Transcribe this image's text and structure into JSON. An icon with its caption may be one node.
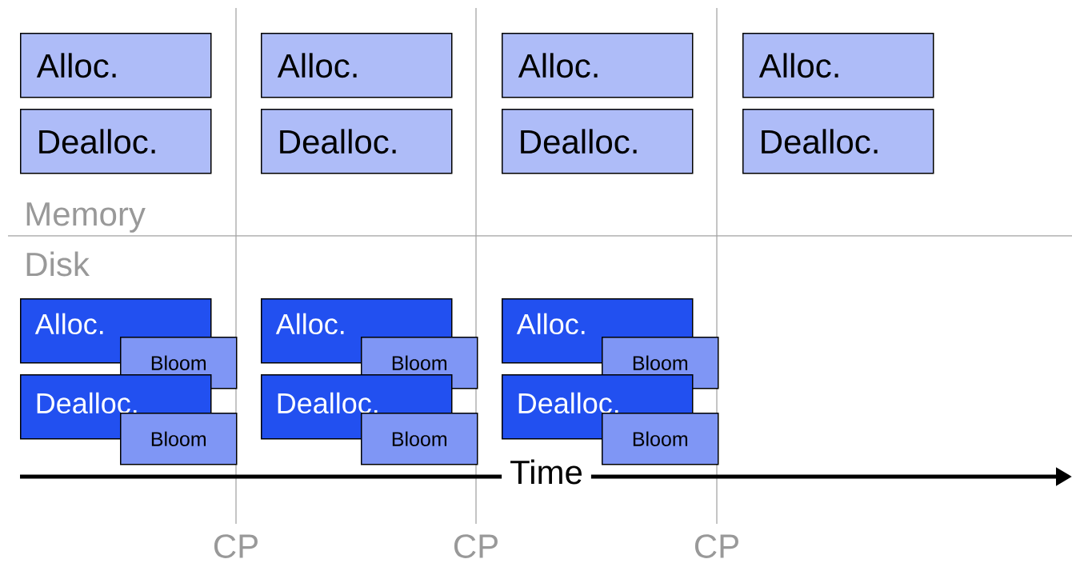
{
  "diagram": {
    "nodes": [
      {
        "text": [
          "Alloc."
        ]
      },
      {
        "text": [
          "Alloc."
        ]
      },
      {
        "text": [
          "Alloc."
        ]
      },
      {
        "text": [
          "Alloc."
        ]
      },
      {
        "text": [
          "Dealloc."
        ]
      },
      {
        "text": [
          "Dealloc."
        ]
      },
      {
        "text": [
          "Dealloc."
        ]
      },
      {
        "text": [
          "Dealloc."
        ]
      },
      {
        "text": [
          "Alloc."
        ]
      },
      {
        "text": [
          "Bloom"
        ]
      },
      {
        "text": [
          "Alloc."
        ]
      },
      {
        "text": [
          "Bloom"
        ]
      },
      {
        "text": [
          "Alloc."
        ]
      },
      {
        "text": [
          "Bloom"
        ]
      },
      {
        "text": [
          "Dealloc."
        ]
      },
      {
        "text": [
          "Bloom"
        ]
      },
      {
        "text": [
          "Dealloc."
        ]
      },
      {
        "text": [
          "Bloom"
        ]
      },
      {
        "text": [
          "Dealloc."
        ]
      },
      {
        "text": [
          "Bloom"
        ]
      }
    ],
    "labels": [
      "Memory",
      "Disk",
      "Time",
      "CP",
      "CP",
      "CP"
    ]
  }
}
